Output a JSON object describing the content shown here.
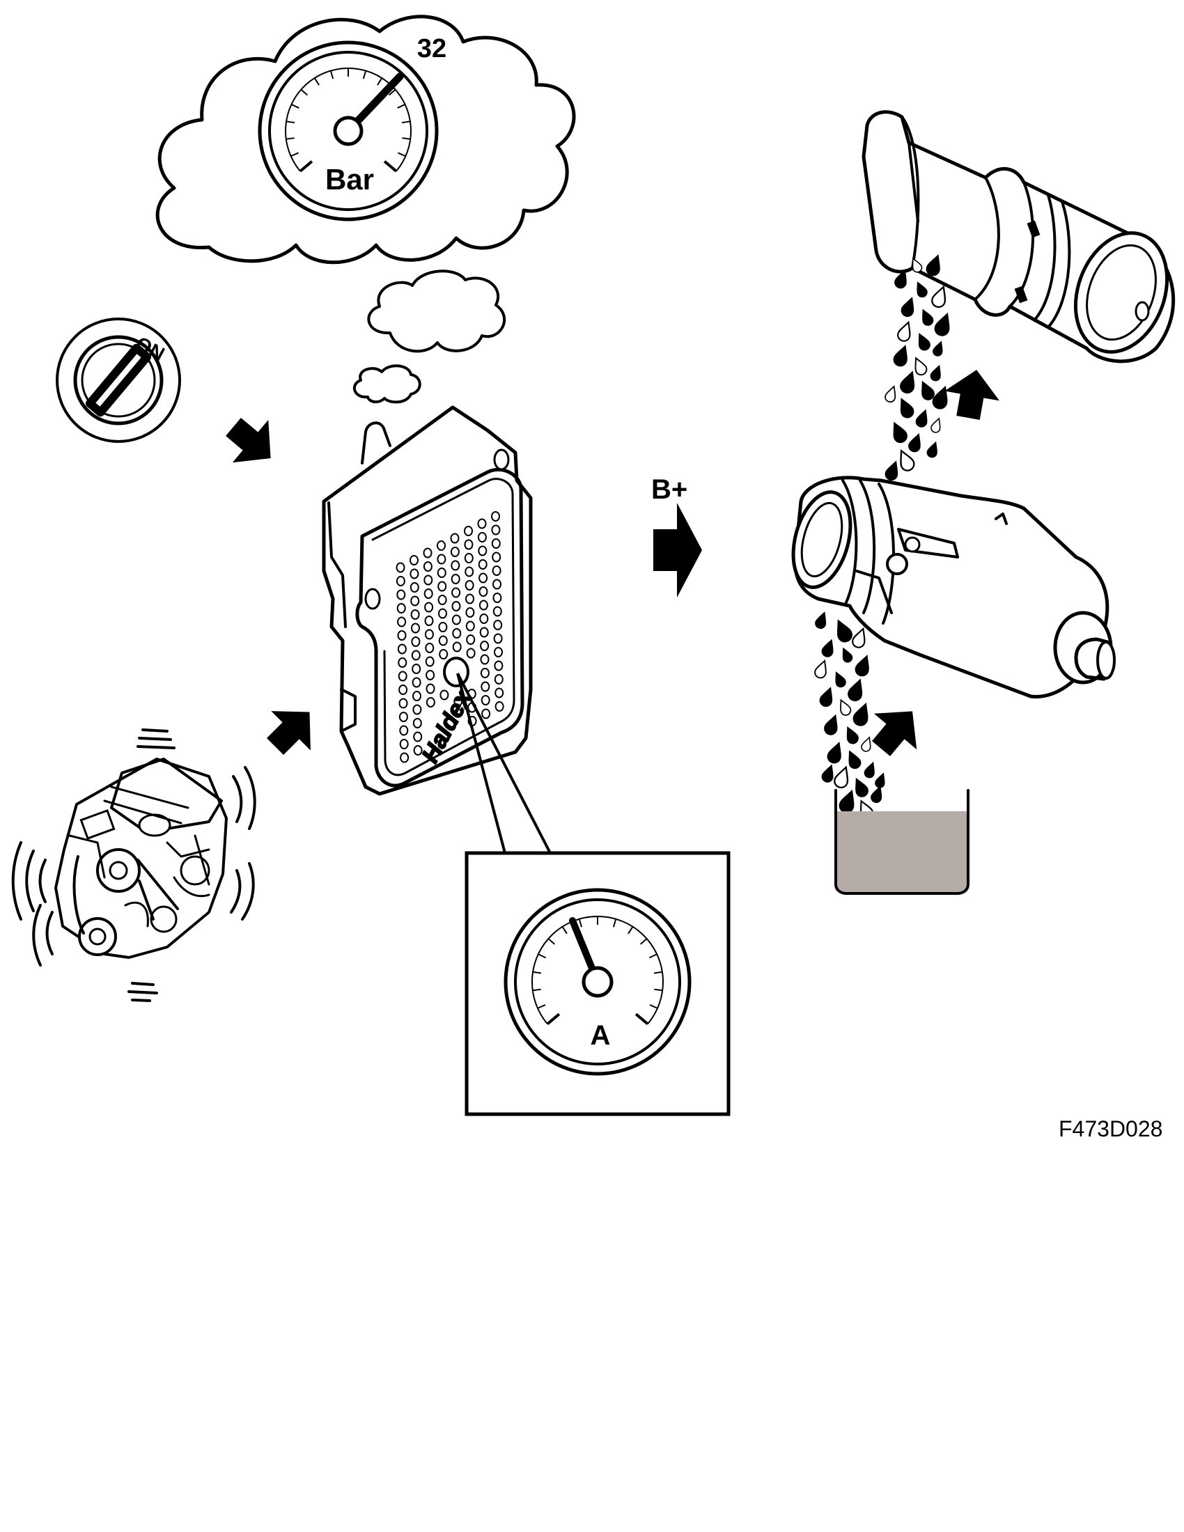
{
  "labels": {
    "pressure_value": "32",
    "pressure_unit": "Bar",
    "ignition_position": "ON",
    "supply": "B+",
    "current_unit": "A",
    "brand": "Haldex",
    "figure_id": "F473D028"
  },
  "colors": {
    "line": "#000000",
    "oil": "#b5aba7",
    "background": "#ffffff"
  }
}
